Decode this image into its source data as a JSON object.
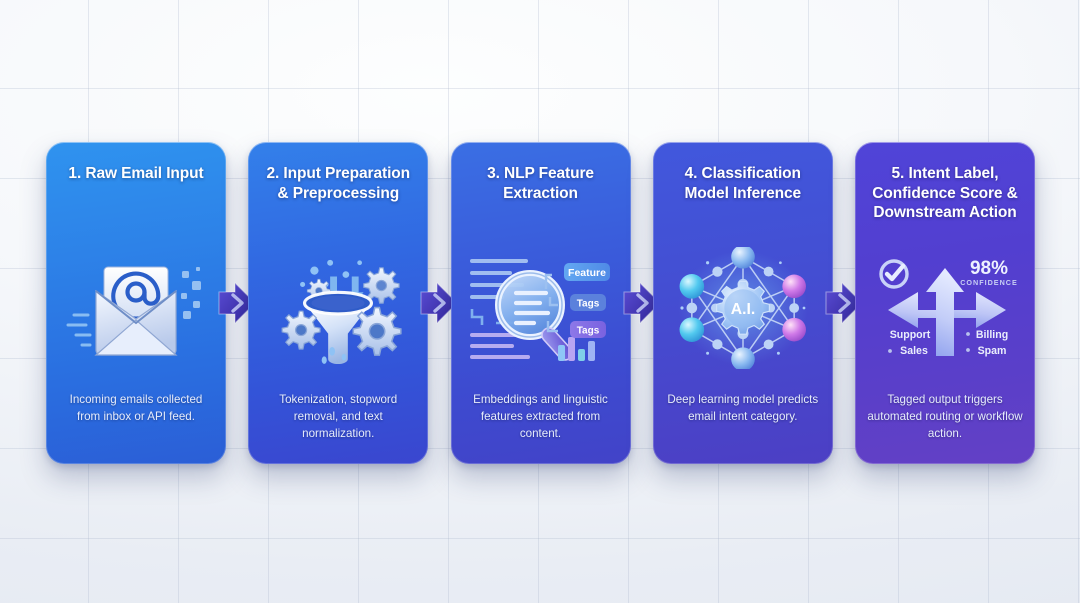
{
  "diagram": {
    "title_visible": false,
    "background_color": "#eef1f6",
    "grid": true
  },
  "steps": [
    {
      "title": "1. Raw Email Input",
      "description": "Incoming emails collected from inbox or API feed.",
      "icon": "open-envelope-at-symbol-icon",
      "color_start": "#2f93ef",
      "color_end": "#2b5ed6",
      "labels": []
    },
    {
      "title": "2. Input Preparation & Preprocessing",
      "description": "Tokenization, stopword removal, and text normalization.",
      "icon": "funnel-gears-icon",
      "color_start": "#3380ea",
      "color_end": "#3a46cf",
      "labels": []
    },
    {
      "title": "3. NLP Feature Extraction",
      "description": "Embeddings and linguistic features extracted from content.",
      "icon": "magnifier-text-tags-icon",
      "color_start": "#3a6fe4",
      "color_end": "#4243c8",
      "labels": [
        "Feature",
        "Tags",
        "Tags"
      ]
    },
    {
      "title": "4. Classification Model Inference",
      "description": "Deep learning model predicts email intent category.",
      "icon": "neural-network-ai-icon",
      "color_start": "#4158dd",
      "color_end": "#4c3fc4",
      "center_label": "A.I.",
      "labels": []
    },
    {
      "title": "5. Intent Label, Confidence Score & Downstream Action",
      "description": "Tagged output triggers automated routing or workflow action.",
      "icon": "three-way-arrow-routing-icon",
      "color_start": "#5044d8",
      "color_end": "#6340c5",
      "confidence_value": "98%",
      "confidence_caption": "CONFIDENCE",
      "route_labels": [
        "Support",
        "Sales",
        "Billing",
        "Spam"
      ]
    }
  ],
  "connectors": {
    "count": 4,
    "icon": "chevron-arrow-right-icon",
    "color": "#3b2fa6"
  }
}
